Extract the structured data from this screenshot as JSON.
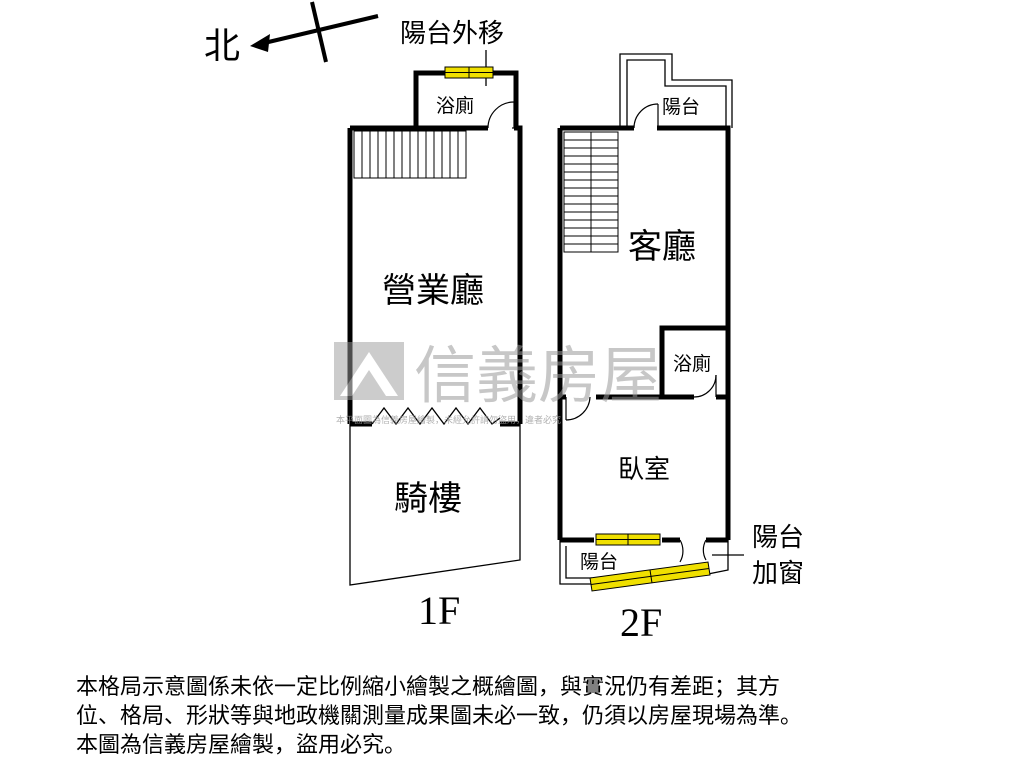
{
  "compass": {
    "north_label": "北"
  },
  "annotations": {
    "balcony_moved": "陽台外移",
    "balcony_window_line1": "陽台",
    "balcony_window_line2": "加窗"
  },
  "floor1": {
    "label": "1F",
    "rooms": {
      "bathroom": "浴廁",
      "business_hall": "營業廳",
      "arcade": "騎樓"
    }
  },
  "floor2": {
    "label": "2F",
    "rooms": {
      "balcony_top": "陽台",
      "living_room": "客廳",
      "bathroom": "浴廁",
      "bedroom": "臥室",
      "balcony_bottom": "陽台"
    }
  },
  "watermark": {
    "brand": "信義房屋",
    "notice": "本平面圖為信義房屋繪製，未經允許請勿盜用，違者必究"
  },
  "disclaimer": [
    "本格局示意圖係未依一定比例縮小繪製之概繪圖，與實況仍有差距；其方",
    "位、格局、形狀等與地政機關測量成果圖未必一致，仍須以房屋現場為準。",
    "本圖為信義房屋繪製，盜用必究。"
  ]
}
